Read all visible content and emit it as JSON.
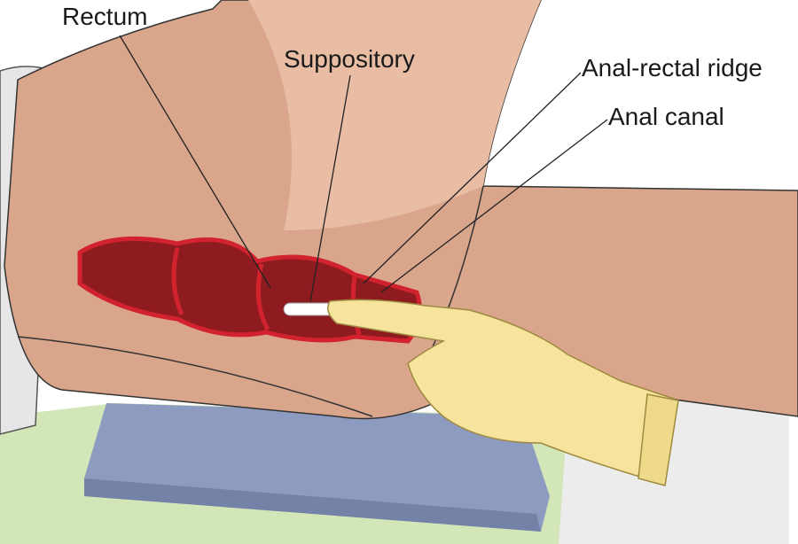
{
  "labels": {
    "rectum": "Rectum",
    "suppository": "Suppository",
    "anal_rectal_ridge": "Anal-rectal ridge",
    "anal_canal": "Anal canal"
  },
  "colors": {
    "skin": "#d9a58b",
    "skin_light": "#e8bda4",
    "rectum": "#8e1b1f",
    "rectum_outline": "#d2222e",
    "glove": "#f6e39c",
    "pad": "#8e9bc0",
    "sheet": "#ebebeb",
    "mat": "#d3e6b8"
  }
}
